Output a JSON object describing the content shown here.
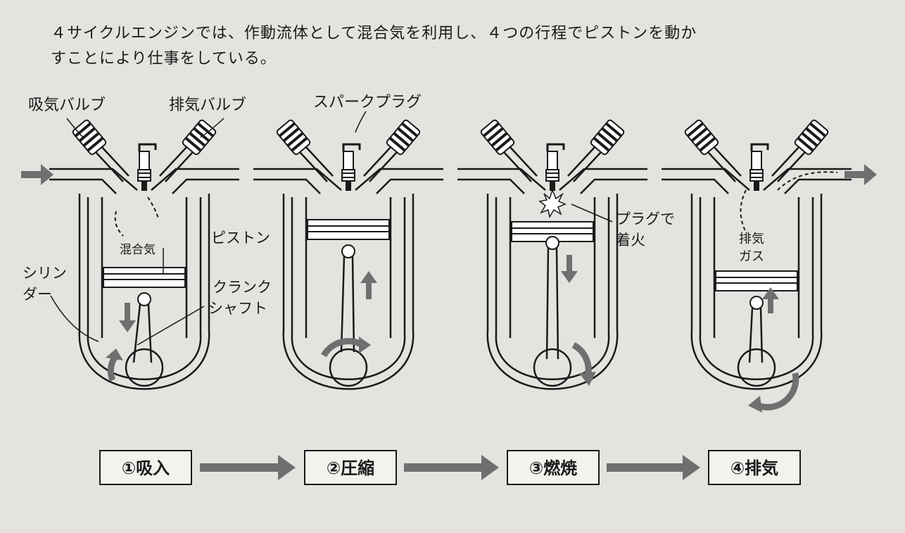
{
  "intro_lines": [
    "４サイクルエンジンでは、作動流体として混合気を利用し、４つの行程でピストンを動か",
    "すことにより仕事をしている。"
  ],
  "labels": {
    "intake_valve": "吸気バルブ",
    "exhaust_valve": "排気バルブ",
    "spark_plug": "スパークプラグ",
    "mixture": "混合気",
    "piston": "ピストン",
    "cylinder_line1": "シリン",
    "cylinder_line2": "ダー",
    "crankshaft_line1": "クランク",
    "crankshaft_line2": "シャフト",
    "ignition_line1": "プラグで",
    "ignition_line2": "着火",
    "exhaust_gas_line1": "排気",
    "exhaust_gas_line2": "ガス"
  },
  "steps": [
    "①吸入",
    "②圧縮",
    "③燃焼",
    "④排気"
  ],
  "colors": {
    "ink": "#1a1a1a",
    "arrow": "#6f6f6f",
    "paper": "#e4e3df",
    "box": "#f3f2ee"
  }
}
